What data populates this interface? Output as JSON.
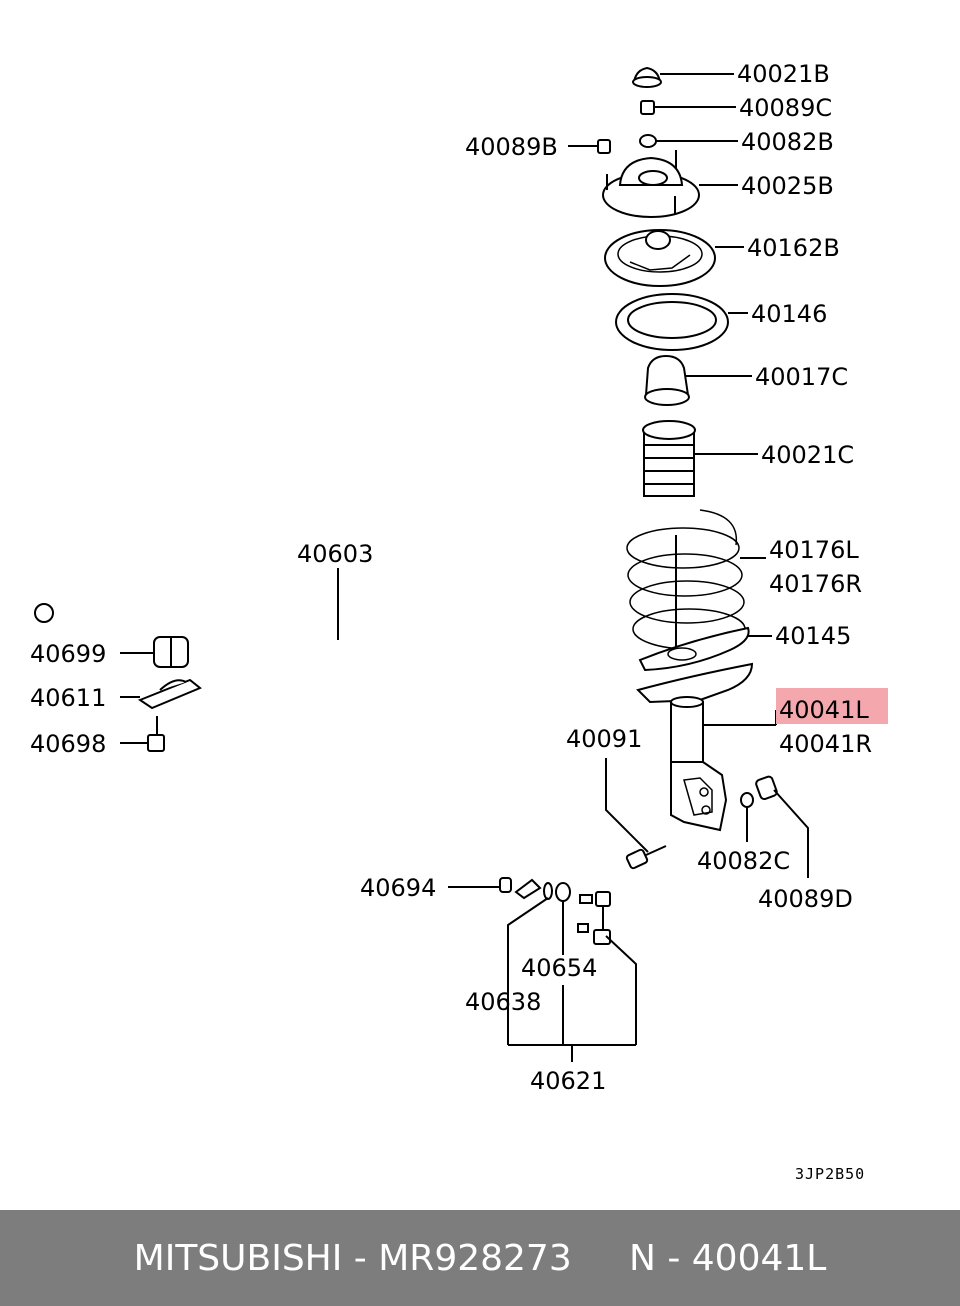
{
  "diagram": {
    "labels": [
      {
        "id": "40021B",
        "text": "40021B"
      },
      {
        "id": "40089C",
        "text": "40089C"
      },
      {
        "id": "40082B",
        "text": "40082B"
      },
      {
        "id": "40089B",
        "text": "40089B"
      },
      {
        "id": "40025B",
        "text": "40025B"
      },
      {
        "id": "40162B",
        "text": "40162B"
      },
      {
        "id": "40146",
        "text": "40146"
      },
      {
        "id": "40017C",
        "text": "40017C"
      },
      {
        "id": "40021C",
        "text": "40021C"
      },
      {
        "id": "40603",
        "text": "40603"
      },
      {
        "id": "40176L",
        "text": "40176L"
      },
      {
        "id": "40176R",
        "text": "40176R"
      },
      {
        "id": "40145",
        "text": "40145"
      },
      {
        "id": "40699",
        "text": "40699"
      },
      {
        "id": "40611",
        "text": "40611"
      },
      {
        "id": "40041L",
        "text": "40041L",
        "highlighted": true
      },
      {
        "id": "40041R",
        "text": "40041R"
      },
      {
        "id": "40091",
        "text": "40091"
      },
      {
        "id": "40698",
        "text": "40698"
      },
      {
        "id": "40082C",
        "text": "40082C"
      },
      {
        "id": "40694",
        "text": "40694"
      },
      {
        "id": "40089D",
        "text": "40089D"
      },
      {
        "id": "40654",
        "text": "40654"
      },
      {
        "id": "40638",
        "text": "40638"
      },
      {
        "id": "40621",
        "text": "40621"
      }
    ],
    "drawing_code": "3JP2B50",
    "highlight_color": "#f4a7ad"
  },
  "footer": {
    "text": "MITSUBISHI - MR928273     N - 40041L",
    "background": "#7d7d7d"
  }
}
